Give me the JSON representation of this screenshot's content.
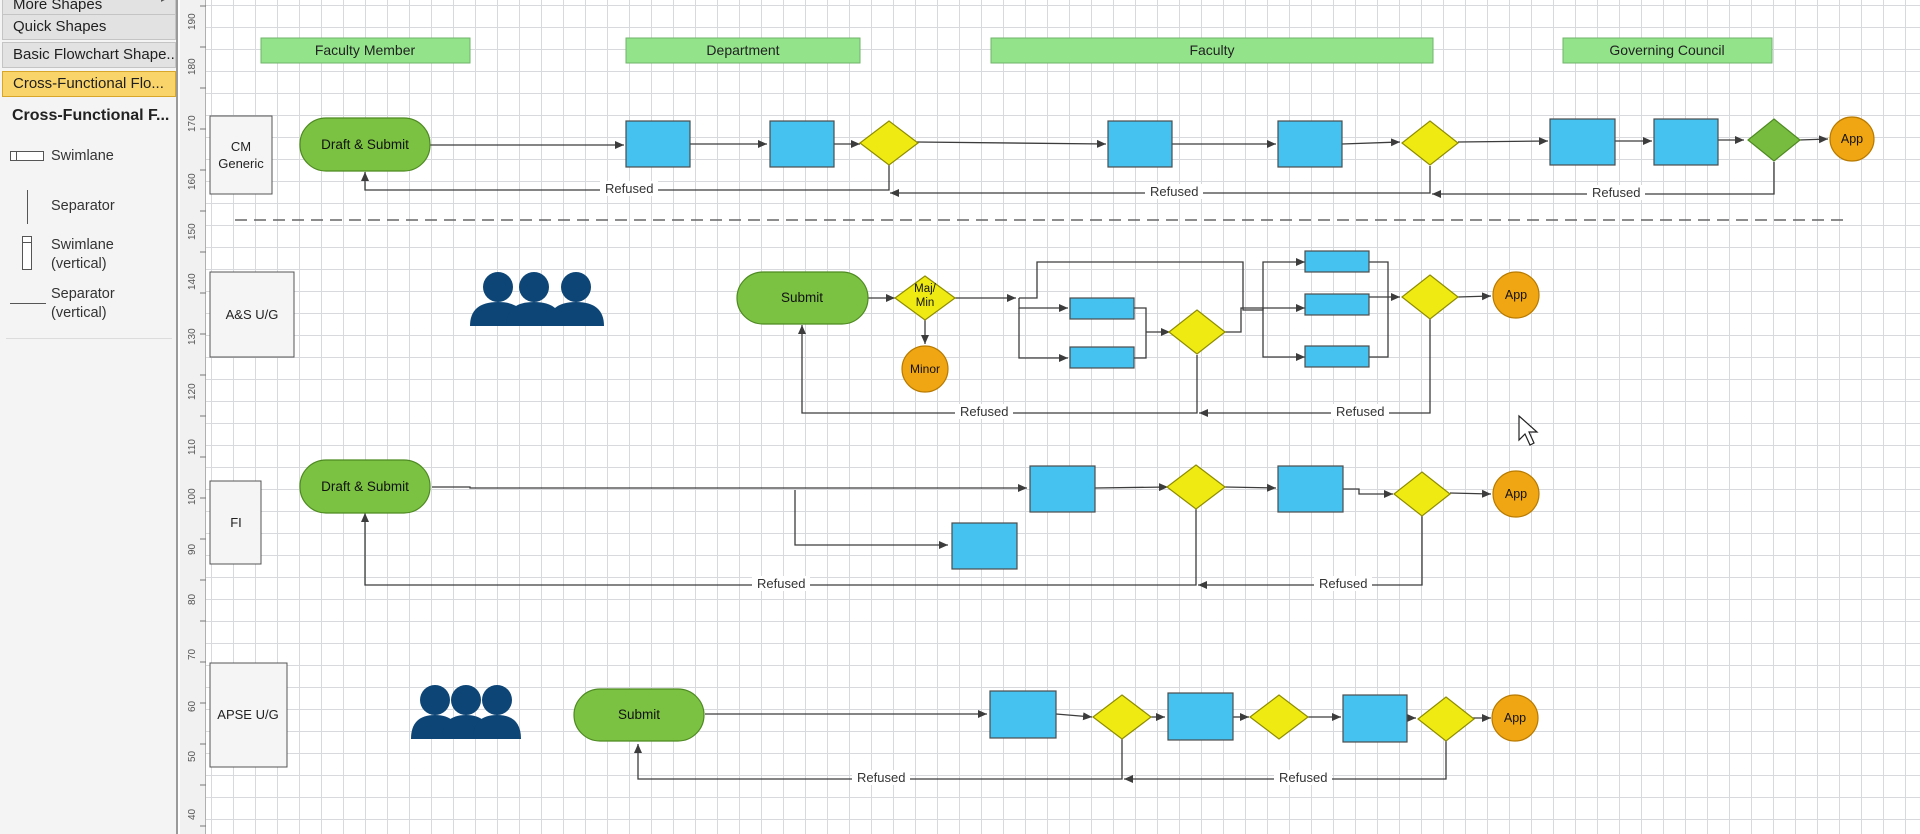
{
  "sidebar": {
    "categories": [
      "More Shapes",
      "Quick Shapes",
      "Basic Flowchart Shape...",
      "Cross-Functional Flo..."
    ],
    "stencil_title": "Cross-Functional F...",
    "stencils": [
      "Swimlane",
      "Separator",
      "Swimlane (vertical)",
      "Separator (vertical)"
    ]
  },
  "ruler": {
    "ticks": [
      "190",
      "180",
      "170",
      "160",
      "150",
      "140",
      "130",
      "120",
      "110",
      "100",
      "90",
      "80",
      "70",
      "60",
      "50",
      "40"
    ]
  },
  "phases": [
    "Faculty Member",
    "Department",
    "Faculty",
    "Governing Council"
  ],
  "lanes": [
    "CM Generic",
    "A&S U/G",
    "FI",
    "APSE U/G"
  ],
  "labels": {
    "draft_submit": "Draft & Submit",
    "submit": "Submit",
    "refused": "Refused",
    "app": "App",
    "minor": "Minor",
    "maj_min": "Maj/ Min"
  },
  "colors": {
    "phase_fill": "#92e38a",
    "process_fill": "#45c2f0",
    "decision_fill": "#eeea12",
    "approve_decision": "#77bc3e",
    "terminal_fill": "#7cc242",
    "app_fill": "#f0a612",
    "people_icon": "#0d4576"
  }
}
